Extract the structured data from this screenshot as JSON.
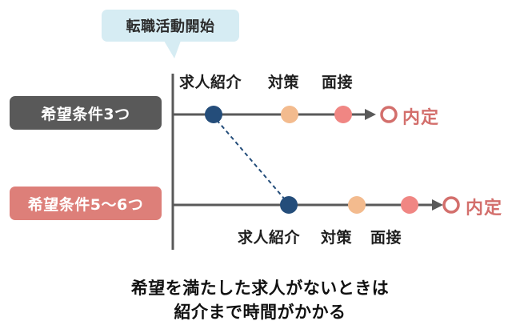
{
  "diagram": {
    "start_label": "転職活動開始",
    "rows": [
      {
        "condition": "希望条件3つ",
        "steps": [
          "求人紹介",
          "対策",
          "面接"
        ],
        "result": "内定"
      },
      {
        "condition": "希望条件5〜6つ",
        "steps": [
          "求人紹介",
          "対策",
          "面接"
        ],
        "result": "内定"
      }
    ],
    "caption_lines": [
      "希望を満たした求人がないときは",
      "紹介まで時間がかかる"
    ],
    "colors": {
      "navy_dot": "#244d7a",
      "peach_dot": "#f3bb8e",
      "pink_dot": "#f08683",
      "result_red": "#d36f6c",
      "line_gray": "#595959",
      "row1_pill": "#595959",
      "row2_pill": "#dd7f79",
      "bubble_bg": "#d6ecf3"
    }
  }
}
